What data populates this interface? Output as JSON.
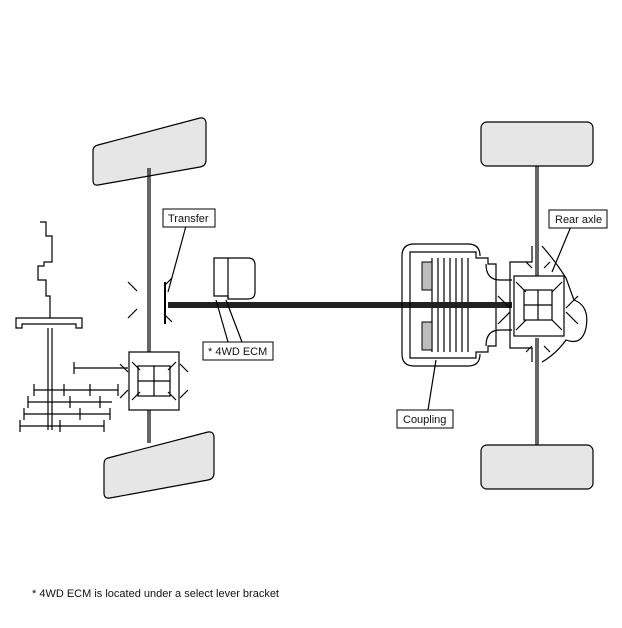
{
  "labels": {
    "transfer": "Transfer",
    "ecm": "* 4WD ECM",
    "coupling": "Coupling",
    "rear_axle": "Rear axle"
  },
  "footnote": "* 4WD ECM is located under a select lever bracket",
  "colors": {
    "tire_fill": "#e6e6e6",
    "coupling_pad": "#bdbdbd",
    "line": "#000000",
    "shaft_dark": "#222222"
  }
}
